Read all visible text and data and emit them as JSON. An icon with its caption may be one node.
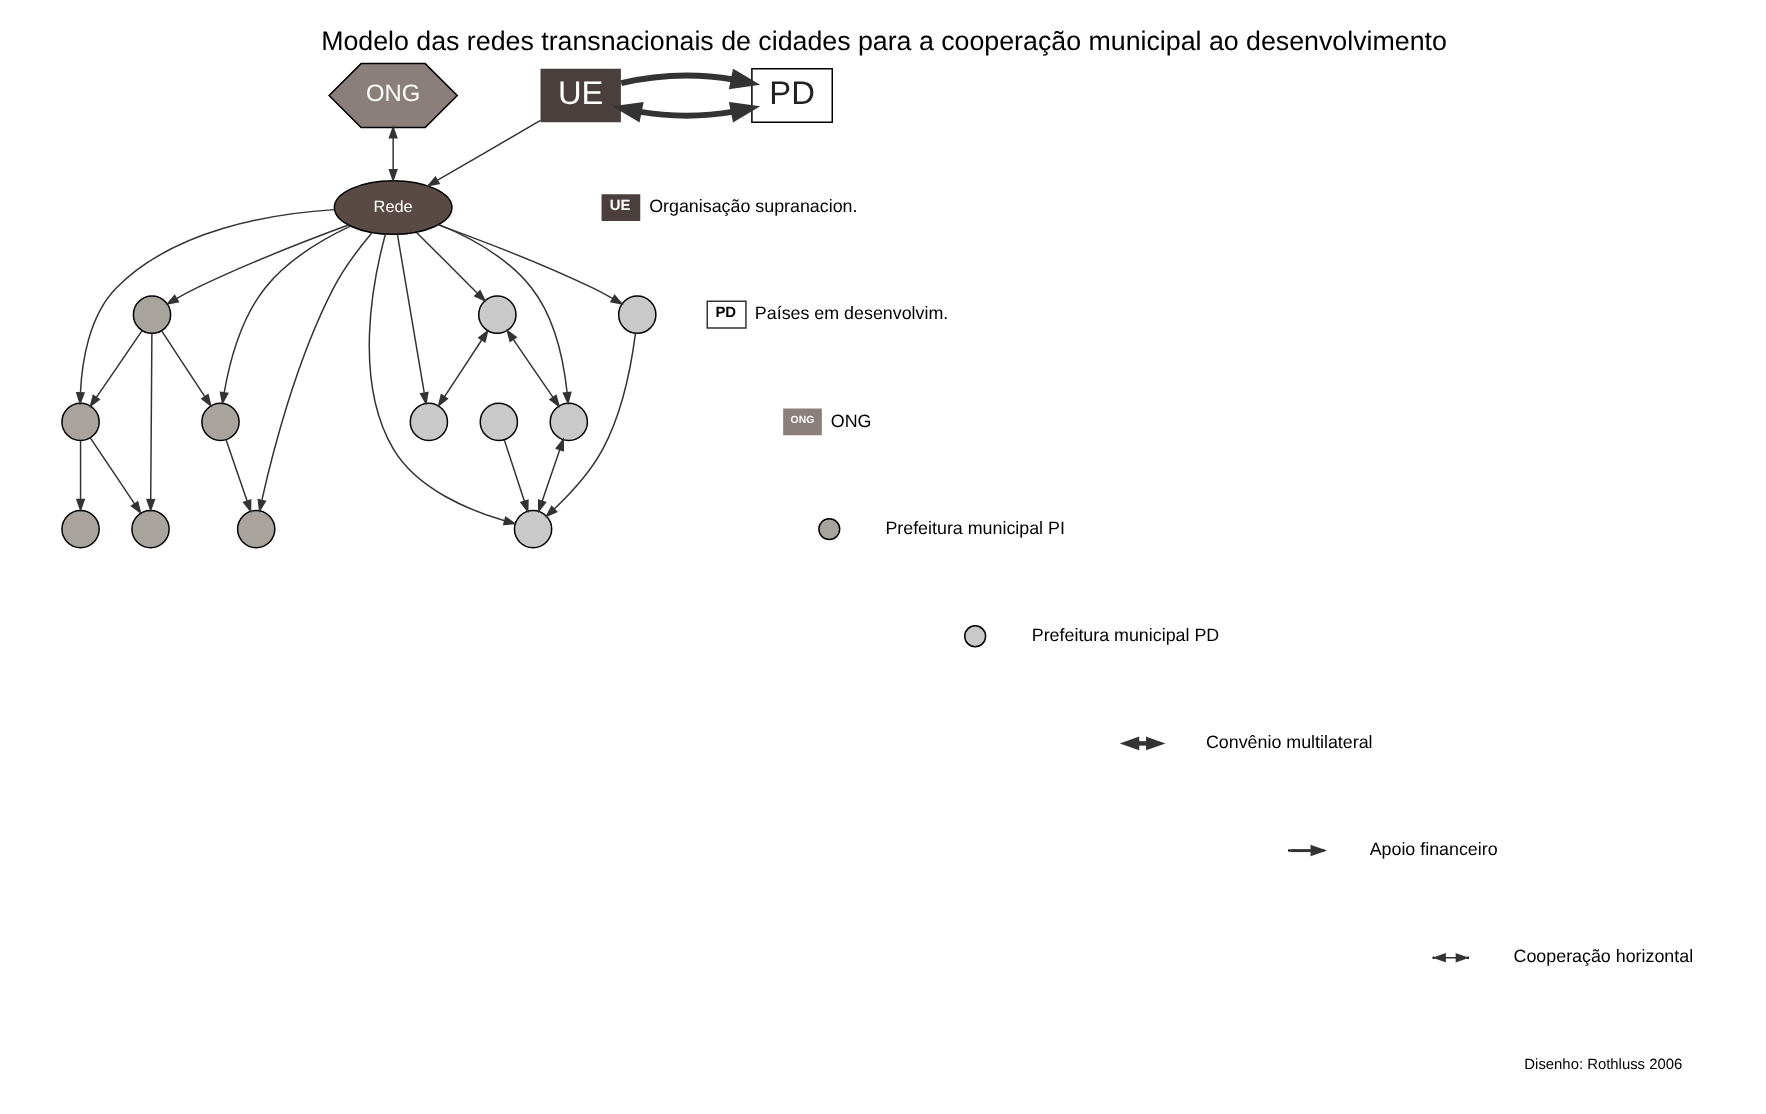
{
  "diagram": {
    "title": "Modelo das redes transnacionais de cidades para a cooperação municipal ao desenvolvimento",
    "nodes": [
      {
        "text": [
          "UE"
        ]
      },
      {
        "text": [
          "PD"
        ]
      },
      {
        "text": [
          "ONG"
        ]
      },
      {
        "text": [
          "Rede"
        ]
      },
      {
        "text": [],
        "shape": "circle"
      },
      {
        "text": [],
        "shape": "circle"
      },
      {
        "text": [],
        "shape": "circle"
      },
      {
        "text": [],
        "shape": "circle"
      },
      {
        "text": [],
        "shape": "circle"
      },
      {
        "text": [],
        "shape": "circle"
      },
      {
        "text": [],
        "shape": "circle"
      },
      {
        "text": [],
        "shape": "circle"
      },
      {
        "text": [],
        "shape": "circle"
      },
      {
        "text": [],
        "shape": "circle"
      },
      {
        "text": [],
        "shape": "circle"
      },
      {
        "text": [],
        "shape": "circle"
      }
    ],
    "edges": [
      {
        "from": 0,
        "to": 1,
        "arrow": "both",
        "style": "thick"
      },
      {
        "from": 0,
        "to": 1,
        "arrow": "to",
        "style": "thick"
      },
      {
        "from": 0,
        "to": 3,
        "arrow": "to"
      },
      {
        "from": 2,
        "to": 3,
        "arrow": "both"
      },
      {
        "from": 3,
        "to": 4,
        "arrow": "to"
      },
      {
        "from": 3,
        "to": 5,
        "arrow": "to"
      },
      {
        "from": 3,
        "to": 7,
        "arrow": "to"
      },
      {
        "from": 3,
        "to": 8,
        "arrow": "to"
      },
      {
        "from": 8,
        "to": 9,
        "arrow": "to"
      },
      {
        "from": 8,
        "to": 7,
        "arrow": "to"
      },
      {
        "from": 8,
        "to": 5,
        "arrow": "to"
      },
      {
        "from": 7,
        "to": 4,
        "arrow": "to"
      },
      {
        "from": 5,
        "to": 6,
        "arrow": "to"
      },
      {
        "from": 5,
        "to": 9,
        "arrow": "to"
      },
      {
        "from": 3,
        "to": 10,
        "arrow": "to"
      },
      {
        "from": 3,
        "to": 11,
        "arrow": "to"
      },
      {
        "from": 3,
        "to": 12,
        "arrow": "to"
      },
      {
        "from": 3,
        "to": 14,
        "arrow": "to"
      },
      {
        "from": 3,
        "to": 15,
        "arrow": "to"
      },
      {
        "from": 15,
        "to": 10,
        "arrow": "both"
      },
      {
        "from": 15,
        "to": 11,
        "arrow": "both"
      },
      {
        "from": 11,
        "to": 14,
        "arrow": "both"
      },
      {
        "from": 12,
        "to": 14,
        "arrow": "to"
      },
      {
        "from": 13,
        "to": 14,
        "arrow": "to"
      }
    ],
    "labels": [
      "UE",
      "PD",
      "ONG",
      "Disenho: Rothluss 2006"
    ],
    "legend": [
      {
        "text": "Organisação supranacion."
      },
      {
        "text": "Países em desenvolvim."
      },
      {
        "text": "ONG"
      },
      {
        "text": "Prefeitura municipal PI"
      },
      {
        "text": "Prefeitura municipal PD"
      },
      {
        "text": "Convênio multilateral"
      },
      {
        "text": "Apoio financeiro"
      },
      {
        "text": "Cooperação horizontal"
      }
    ]
  }
}
